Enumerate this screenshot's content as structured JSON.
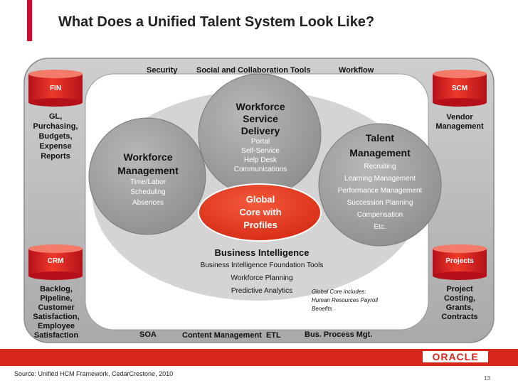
{
  "title": "What Does a Unified Talent System Look Like?",
  "top_labels": {
    "security": "Security",
    "social": "Social and Collaboration Tools",
    "workflow": "Workflow"
  },
  "bottom_labels": {
    "soa": "SOA",
    "content": "Content Management  ETL",
    "bpm": "Bus. Process Mgt."
  },
  "corners": {
    "fin": {
      "label": "FIN",
      "lines": [
        "GL,",
        "Purchasing,",
        "Budgets,",
        "Expense",
        "Reports"
      ]
    },
    "scm": {
      "label": "SCM",
      "lines": [
        "Vendor",
        "Management"
      ]
    },
    "crm": {
      "label": "CRM",
      "lines": [
        "Backlog,",
        "Pipeline,",
        "Customer",
        "Satisfaction,",
        "Employee",
        "Satisfaction"
      ]
    },
    "projects": {
      "label": "Projects",
      "lines": [
        "Project",
        "Costing,",
        "Grants,",
        "Contracts"
      ]
    }
  },
  "workforce_management": {
    "title": [
      "Workforce",
      "Management"
    ],
    "items": [
      "Time/Labor",
      "Scheduling",
      "Absences"
    ]
  },
  "workforce_service": {
    "title": [
      "Workforce",
      "Service",
      "Delivery"
    ],
    "items": [
      "Portal",
      "Self-Service",
      "Help Desk",
      "Communications"
    ]
  },
  "talent_management": {
    "title": [
      "Talent",
      "Management"
    ],
    "items": [
      "Recruiting",
      "Learning Management",
      "Performance Management",
      "Succession Planning",
      "Compensation",
      "Etc."
    ]
  },
  "global_core": {
    "lines": [
      "Global",
      "Core with",
      "Profiles"
    ]
  },
  "business_intelligence": {
    "title": "Business Intelligence",
    "items": [
      "Business Intelligence Foundation Tools",
      "Workforce Planning",
      "Predictive Analytics"
    ]
  },
  "global_core_note": [
    "Global Core includes:",
    "Human Resources Payroll",
    "Benefits"
  ],
  "logo_text": "ORACLE",
  "source": "Source: Unified HCM Framework, CedarCrestone, 2010",
  "page_number": "13",
  "colors": {
    "accent": "#d9261c",
    "bubble": "#9e9e9e",
    "core": "#e8341c"
  }
}
